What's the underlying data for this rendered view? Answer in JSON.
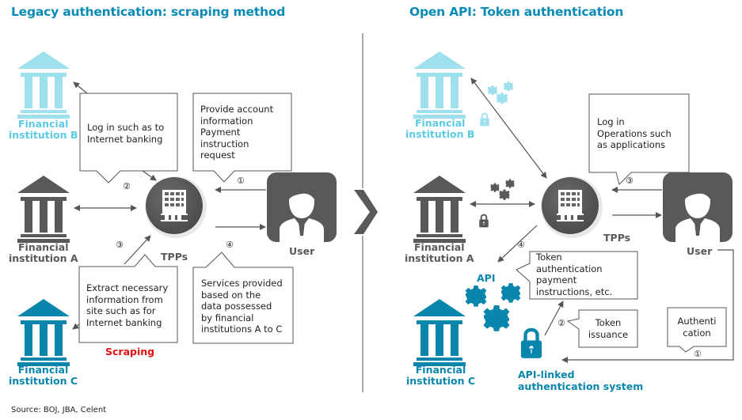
{
  "left_panel": {
    "title": "Legacy authentication: scraping method",
    "institution_b": "Financial\ninstitution B",
    "institution_a": "Financial\ninstitution A",
    "institution_c": "Financial\ninstitution C",
    "tpps_label": "TPPs",
    "user_label": "User",
    "callout_login": "Log in such as to\nInternet banking",
    "callout_provide": "Provide account\ninformation\nPayment\ninstruction\nrequest",
    "callout_extract": "Extract necessary\ninformation from\nsite such as for\nInternet banking",
    "callout_services": "Services provided\nbased on the\ndata possessed\nby financial\ninstitutions A to C",
    "scraping_label": "Scraping",
    "step_1": "①",
    "step_2": "②",
    "step_3": "③",
    "step_4": "④"
  },
  "right_panel": {
    "title": "Open API: Token authentication",
    "institution_b": "Financial\ninstitution B",
    "institution_a": "Financial\ninstitution A",
    "institution_c": "Financial\ninstitution C",
    "tpps_label": "TPPs",
    "user_label": "User",
    "api_label": "API",
    "auth_system_label": "API-linked\nauthentication system",
    "callout_login": "Log in\nOperations such\nas applications",
    "callout_token_auth": "Token\nauthentication\npayment\ninstructions, etc.",
    "callout_token_issuance": "Token\nissuance",
    "callout_authentication": "Authenti\ncation",
    "step_1": "①",
    "step_2": "②",
    "step_3": "③",
    "step_4": "④"
  },
  "source": "Source: BOJ, JBA, Celent",
  "colors": {
    "title_blue": "#0a8bb5",
    "light_blue": "#9fe0ee",
    "dark_blue": "#0a86ad",
    "gray": "#595959",
    "scraping_red": "#e01010"
  },
  "icons": {
    "bank": "bank-building-icon",
    "tpp": "office-building-icon",
    "user": "person-icon",
    "gear": "gear-icon",
    "lock": "padlock-icon",
    "chevron": "chevron-right-icon"
  }
}
